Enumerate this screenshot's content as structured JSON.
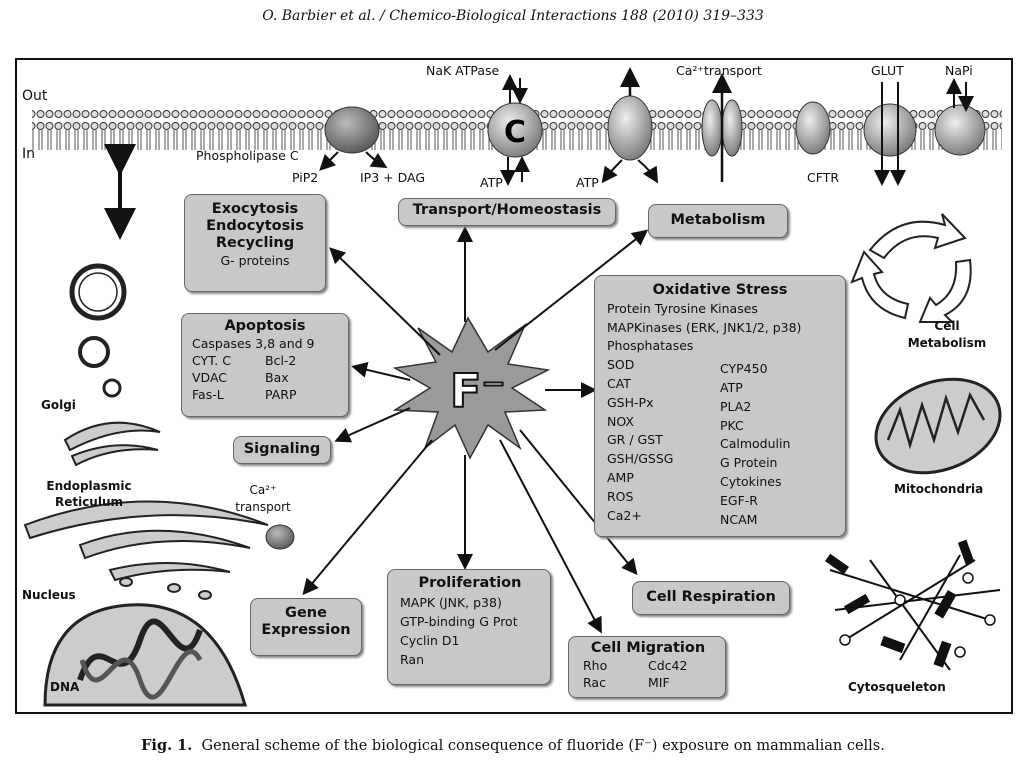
{
  "header": "O. Barbier et al. / Chemico-Biological Interactions 188 (2010) 319–333",
  "caption": {
    "label": "Fig. 1.",
    "text": "General scheme of the biological consequence of fluoride (F⁻) exposure on mammalian cells."
  },
  "membrane": {
    "out": "Out",
    "in": "In",
    "nak": "NaK ATPase",
    "ca_transport": "Ca²⁺transport",
    "glut": "GLUT",
    "napi": "NaPi",
    "plc": "Phospholipase C",
    "pip2": "PiP2",
    "ip3": "IP3 + DAG",
    "atp1": "ATP",
    "atp2": "ATP",
    "cftr": "CFTR"
  },
  "center": "F⁻",
  "boxes": {
    "exo": [
      "Exocytosis",
      "Endocytosis",
      "Recycling",
      "G- proteins"
    ],
    "transport": "Transport/Homeostasis",
    "metabolism": "Metabolism",
    "apoptosis": {
      "title": "Apoptosis",
      "line1": "Caspases 3,8 and 9",
      "rows": [
        [
          "CYT. C",
          "Bcl-2"
        ],
        [
          "VDAC",
          "Bax"
        ],
        [
          "Fas-L",
          "PARP"
        ]
      ]
    },
    "signaling": "Signaling",
    "oxidative": {
      "title": "Oxidative Stress",
      "lines": [
        "Protein Tyrosine Kinases",
        "MAPKinases (ERK, JNK1/2, p38)",
        "Phosphatases"
      ],
      "left": [
        "SOD",
        "CAT",
        "GSH-Px",
        "NOX",
        "GR / GST",
        "GSH/GSSG",
        "AMP",
        "ROS",
        "Ca2+"
      ],
      "right": [
        "CYP450",
        "ATP",
        "PLA2",
        "PKC",
        "Calmodulin",
        "G Protein",
        "Cytokines",
        "EGF-R",
        "NCAM"
      ]
    },
    "gene": [
      "Gene",
      "Expression"
    ],
    "proliferation": {
      "title": "Proliferation",
      "lines": [
        "MAPK (JNK, p38)",
        "GTP-binding G Prot",
        "Cyclin D1",
        "Ran"
      ]
    },
    "respiration": "Cell Respiration",
    "migration": {
      "title": "Cell Migration",
      "rows": [
        [
          "Rho",
          "Cdc42"
        ],
        [
          "Rac",
          "MIF"
        ]
      ]
    }
  },
  "organelles": {
    "golgi": "Golgi",
    "er": [
      "Endoplasmic",
      "Reticulum"
    ],
    "ca": [
      "Ca²⁺",
      "transport"
    ],
    "nucleus": "Nucleus",
    "dna": "DNA",
    "cell_metabolism": [
      "Cell",
      "Metabolism"
    ],
    "mito": "Mitochondria",
    "cyto": "Cytosqueleton"
  }
}
